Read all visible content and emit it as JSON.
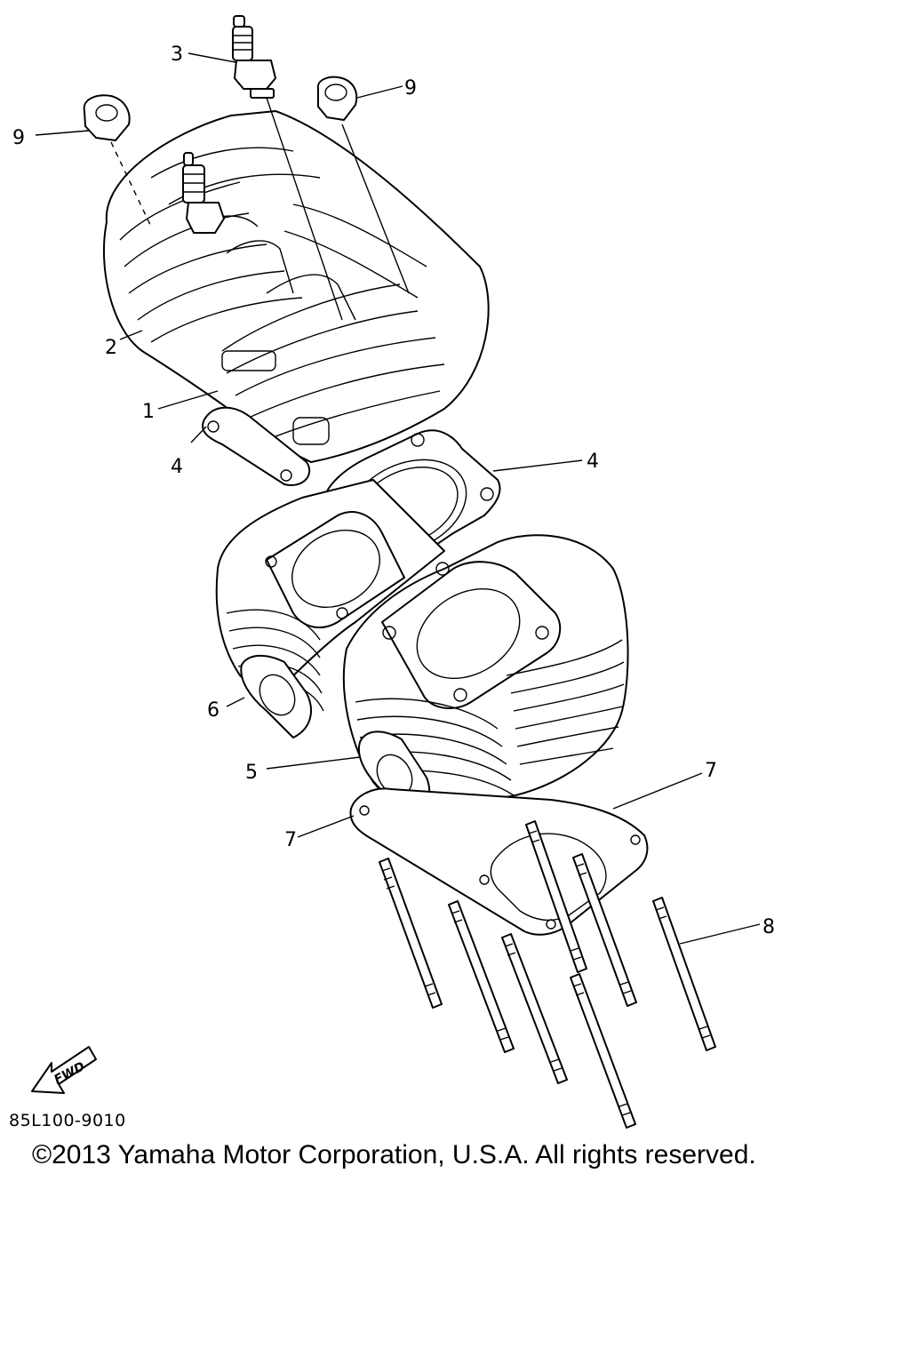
{
  "diagram": {
    "callouts": [
      {
        "id": "3",
        "text": "3"
      },
      {
        "id": "9a",
        "text": "9"
      },
      {
        "id": "9b",
        "text": "9"
      },
      {
        "id": "2",
        "text": "2"
      },
      {
        "id": "1",
        "text": "1"
      },
      {
        "id": "4a",
        "text": "4"
      },
      {
        "id": "4b",
        "text": "4"
      },
      {
        "id": "6",
        "text": "6"
      },
      {
        "id": "5",
        "text": "5"
      },
      {
        "id": "7a",
        "text": "7"
      },
      {
        "id": "7b",
        "text": "7"
      },
      {
        "id": "8",
        "text": "8"
      }
    ],
    "fwd_label": "FWD",
    "drawing_code": "85L100-9010",
    "copyright": "©2013 Yamaha Motor Corporation, U.S.A. All rights reserved."
  }
}
